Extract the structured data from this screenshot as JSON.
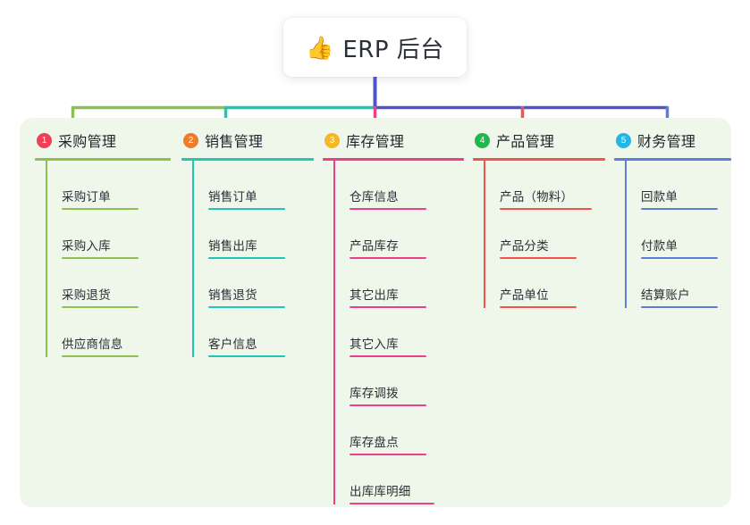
{
  "root": {
    "emoji": "👍",
    "emoji_name": "thumbs-up-icon",
    "title": "ERP 后台"
  },
  "theme": {
    "panel_bg": "#eef7ea",
    "text": "#2a2e34",
    "root_line": "#4f54c8"
  },
  "columns": [
    {
      "index": "1",
      "title": "采购管理",
      "color": "#8cc152",
      "badge_color": "#ef4056",
      "items": [
        "采购订单",
        "采购入库",
        "采购退货",
        "供应商信息"
      ]
    },
    {
      "index": "2",
      "title": "销售管理",
      "color": "#1fc8b4",
      "badge_color": "#f07b28",
      "items": [
        "销售订单",
        "销售出库",
        "销售退货",
        "客户信息"
      ]
    },
    {
      "index": "3",
      "title": "库存管理",
      "color": "#ec3f8e",
      "badge_color": "#f5b723",
      "items": [
        "仓库信息",
        "产品库存",
        "其它出库",
        "其它入库",
        "库存调拨",
        "库存盘点",
        "出库库明细"
      ]
    },
    {
      "index": "4",
      "title": "产品管理",
      "color": "#f4514f",
      "badge_color": "#1fb84c",
      "items": [
        "产品（物料）",
        "产品分类",
        "产品单位"
      ]
    },
    {
      "index": "5",
      "title": "财务管理",
      "color": "#5b7fd4",
      "badge_color": "#22b8e6",
      "items": [
        "回款单",
        "付款单",
        "结算账户"
      ]
    }
  ],
  "connector_segments": [
    {
      "name": "segment-green",
      "color": "#8cc152"
    },
    {
      "name": "segment-teal",
      "color": "#1fc8b4"
    },
    {
      "name": "segment-indigo",
      "color": "#4f54c8"
    }
  ]
}
